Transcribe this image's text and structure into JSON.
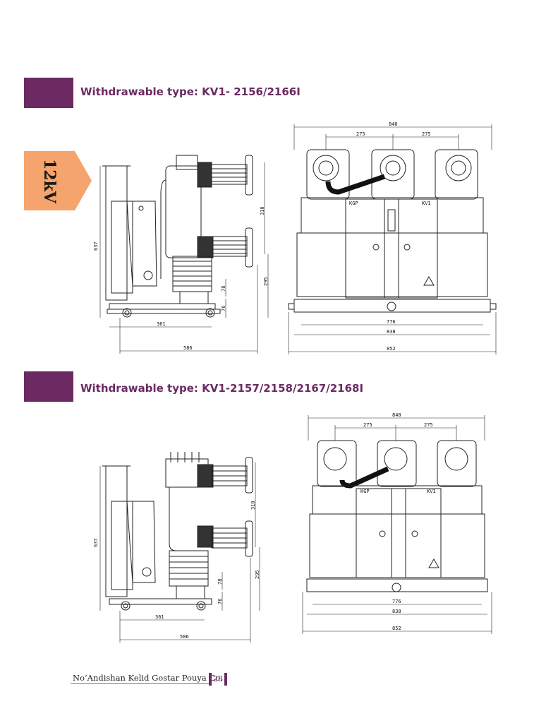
{
  "section1": {
    "title": "Withdrawable type: KV1- 2156/2166I"
  },
  "section2": {
    "title": "Withdrawable type: KV1-2157/2158/2167/2168I"
  },
  "voltage_tab": {
    "label": "12kV"
  },
  "dims": {
    "d840": "840",
    "d275": "275",
    "d776": "776",
    "d838": "838",
    "d852": "852",
    "d637": "637",
    "d310": "310",
    "d295": "295",
    "d78": "78",
    "d76": "76",
    "d361": "361",
    "d586": "586"
  },
  "panel": {
    "kgp": "KGP",
    "kv1": "KV1"
  },
  "footer": {
    "company": "No’Andishan Kelid Gostar Pouya Co.",
    "page": "28"
  },
  "colors": {
    "brand": "#6b2a62",
    "tab": "#f4a46c"
  }
}
